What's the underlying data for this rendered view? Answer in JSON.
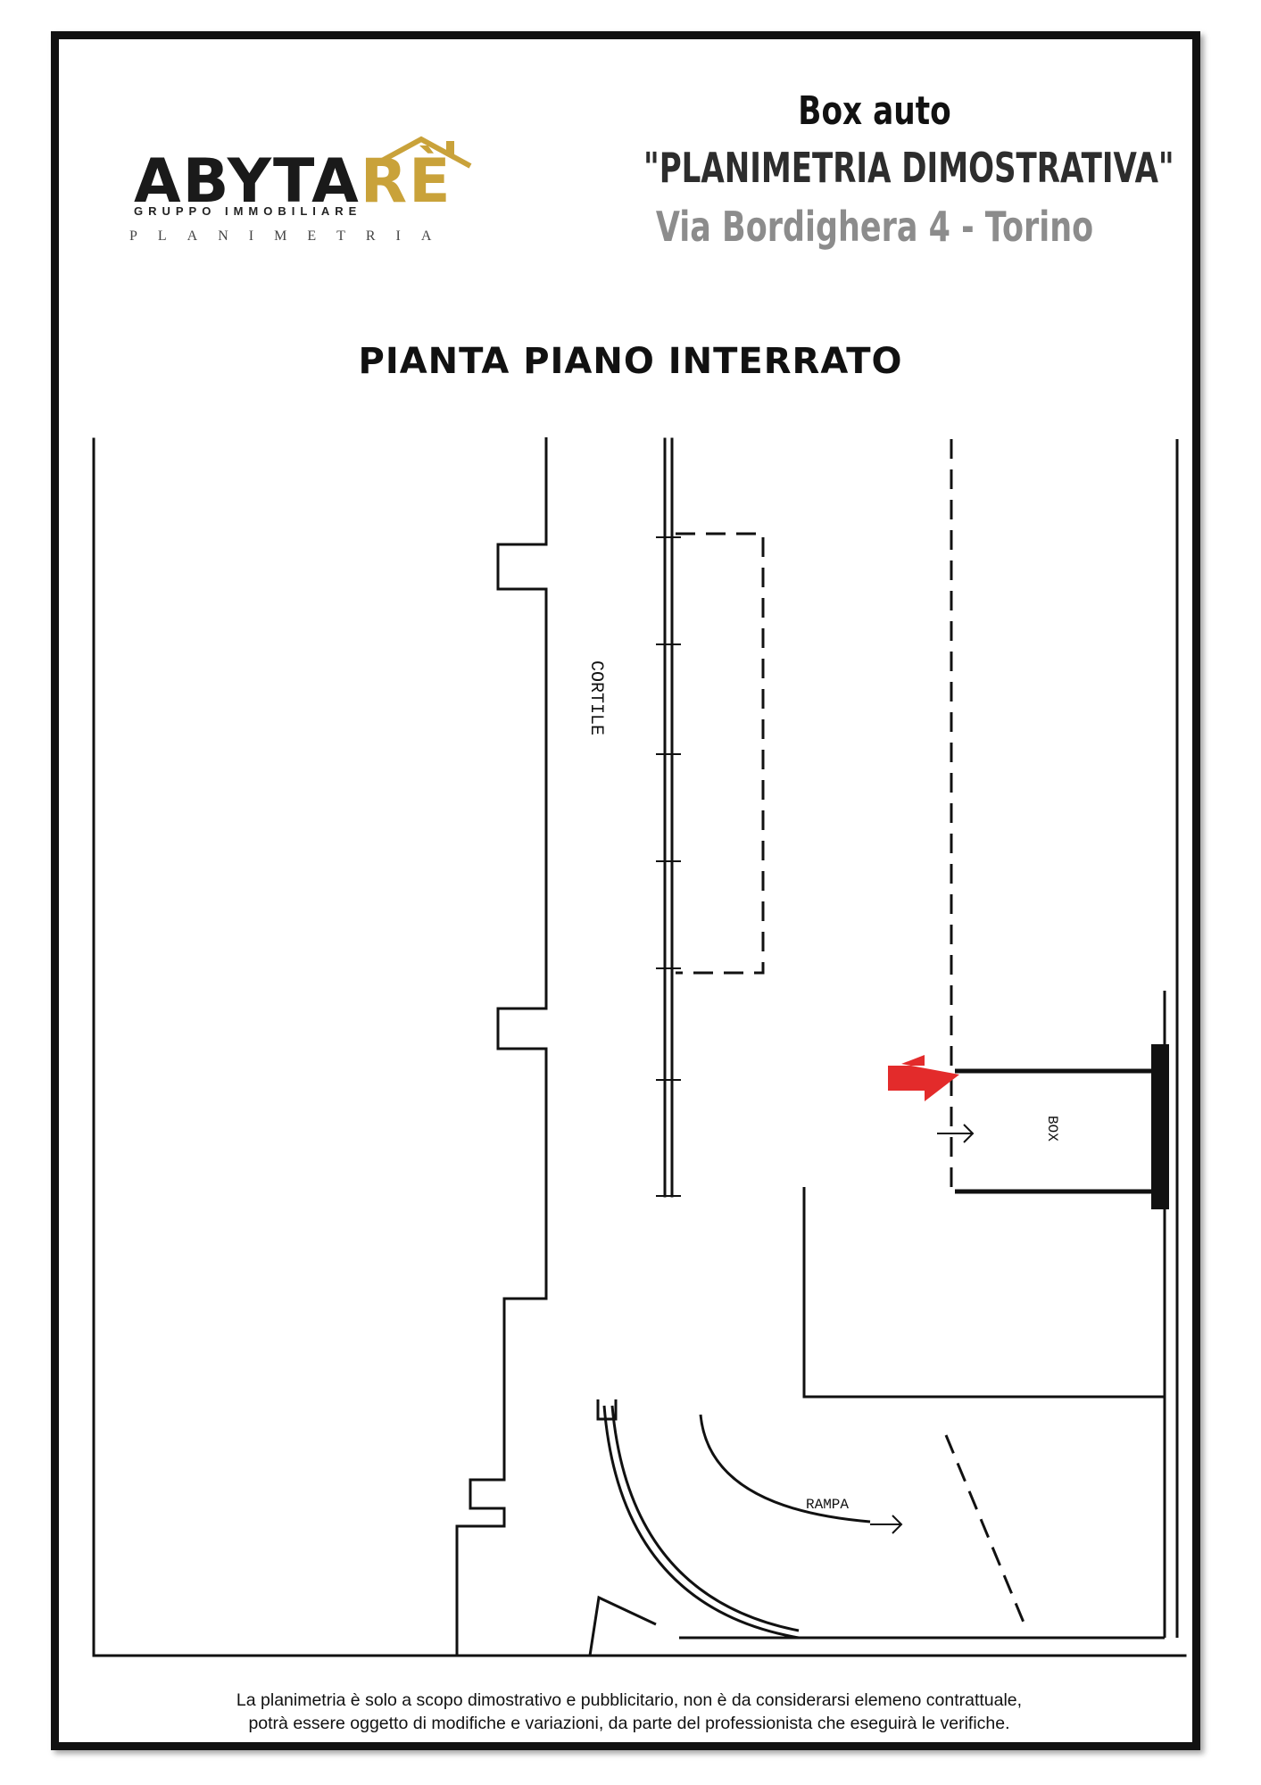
{
  "header": {
    "logo": {
      "brand_left": "ABY",
      "brand_mid": "TA",
      "brand_right": "RÈ",
      "tagline": "GRUPPO IMMOBILIARE",
      "subtitle": "PLANIMETRIA"
    },
    "title_line1": "Box auto",
    "title_line2": "\"PLANIMETRIA DIMOSTRATIVA\"",
    "title_line3": "Via Bordighera 4 - Torino"
  },
  "section_title": "PIANTA PIANO INTERRATO",
  "plan": {
    "label_cortile": "CORTILE",
    "label_box": "BOX",
    "label_rampa": "RAMPA",
    "arrow_color": "#e32b2b"
  },
  "footer": {
    "line1": "La planimetria è solo a scopo dimostrativo e pubblicitario, non è da considerarsi elemeno contrattuale,",
    "line2": "potrà essere oggetto di modifiche e variazioni, da parte del professionista che eseguirà le verifiche."
  },
  "colors": {
    "frame": "#111111",
    "brand_gold": "#c9a23a",
    "subtitle_gray": "#8c8c8c"
  }
}
